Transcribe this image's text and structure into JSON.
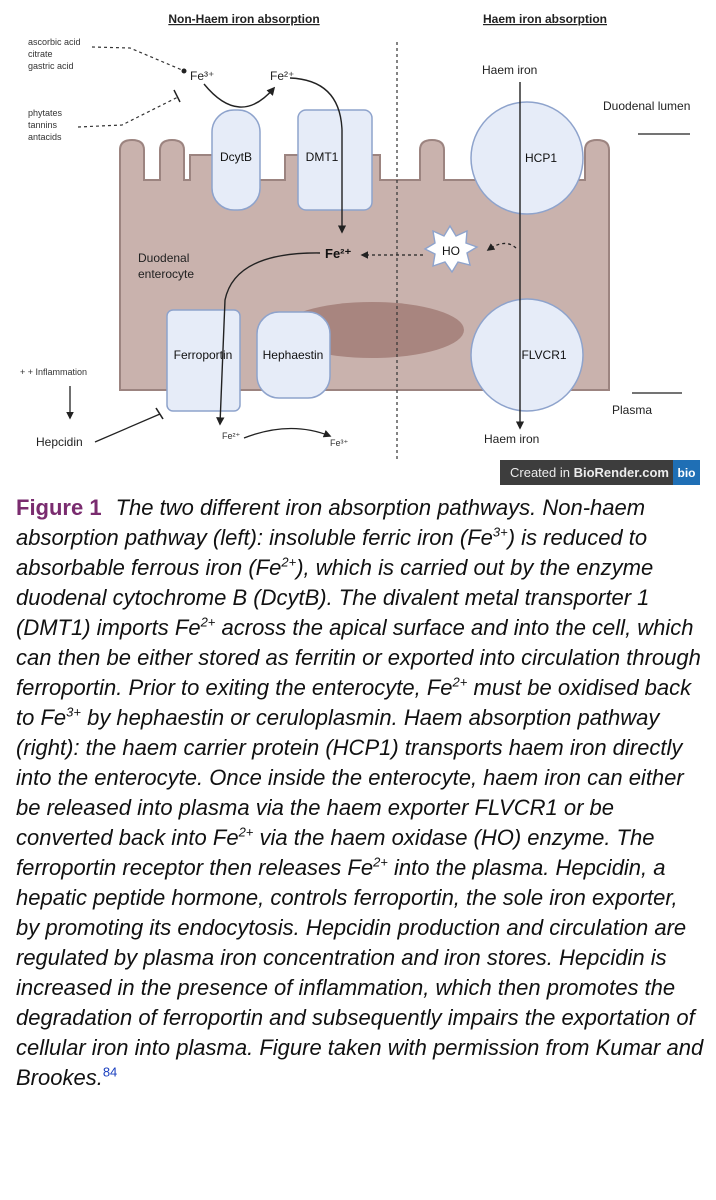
{
  "diagram": {
    "headers": {
      "non_haem": "Non-Haem iron absorption",
      "haem": "Haem iron absorption"
    },
    "enhancers": [
      "ascorbic acid",
      "citrate",
      "gastric acid"
    ],
    "inhibitors": [
      "phytates",
      "tannins",
      "antacids"
    ],
    "lumen_label": "Duodenal lumen",
    "plasma_label": "Plasma",
    "cell_label_line1": "Duodenal",
    "cell_label_line2": "enterocyte",
    "inflammation_label": "+ + Inflammation",
    "hepcidin_label": "Hepcidin",
    "proteins": {
      "dcytb": "DcytB",
      "dmt1": "DMT1",
      "ferroportin": "Ferroportin",
      "hephaestin": "Hephaestin",
      "hcp1": "HCP1",
      "flvcr1": "FLVCR1",
      "ho": "HO"
    },
    "ions": {
      "fe3_top": "Fe³⁺",
      "fe2_top": "Fe²⁺",
      "fe2_center": "Fe²⁺",
      "fe2_bottom": "Fe²⁺",
      "fe3_bottom": "Fe³⁺"
    },
    "haem_top": "Haem iron",
    "haem_bottom": "Haem iron",
    "colors": {
      "cell_fill": "#c9b2ad",
      "cell_stroke": "#9c8480",
      "nucleus": "#a8857f",
      "protein_fill": "#e6ecf8",
      "protein_stroke": "#8ea3cc"
    }
  },
  "badge": {
    "prefix": "Created in ",
    "brand": "BioRender.com",
    "logo": "bio"
  },
  "caption": {
    "label": "Figure 1",
    "parts": [
      "The two different iron absorption pathways. Non-haem absorption pathway (left): insoluble ferric iron (Fe",
      "3+",
      ") is reduced to absorbable ferrous iron (Fe",
      "2+",
      "), which is carried out by the enzyme duodenal cytochrome B (DcytB). The divalent metal transporter 1 (DMT1) imports Fe",
      "2+",
      " across the apical surface and into the cell, which can then be either stored as ferritin or exported into circulation through ferroportin. Prior to exiting the enterocyte, Fe",
      "2+",
      " must be oxidised back to Fe",
      "3+",
      " by hephaestin or ceruloplasmin. Haem absorption pathway (right): the haem carrier protein (HCP1) transports haem iron directly into the enterocyte. Once inside the enterocyte, haem iron can either be released into plasma via the haem exporter FLVCR1 or be converted back into Fe",
      "2+",
      " via the haem oxidase (HO) enzyme. The ferroportin receptor then releases Fe",
      "2+",
      " into the plasma. Hepcidin, a hepatic peptide hormone, controls ferroportin, the sole iron exporter, by promoting its endocytosis. Hepcidin production and circulation are regulated by plasma iron concentration and iron stores. Hepcidin is increased in the presence of inflammation, which then promotes the degradation of ferroportin and subsequently impairs the exportation of cellular iron into plasma. Figure taken with permission from Kumar and Brookes."
    ],
    "ref": "84"
  }
}
